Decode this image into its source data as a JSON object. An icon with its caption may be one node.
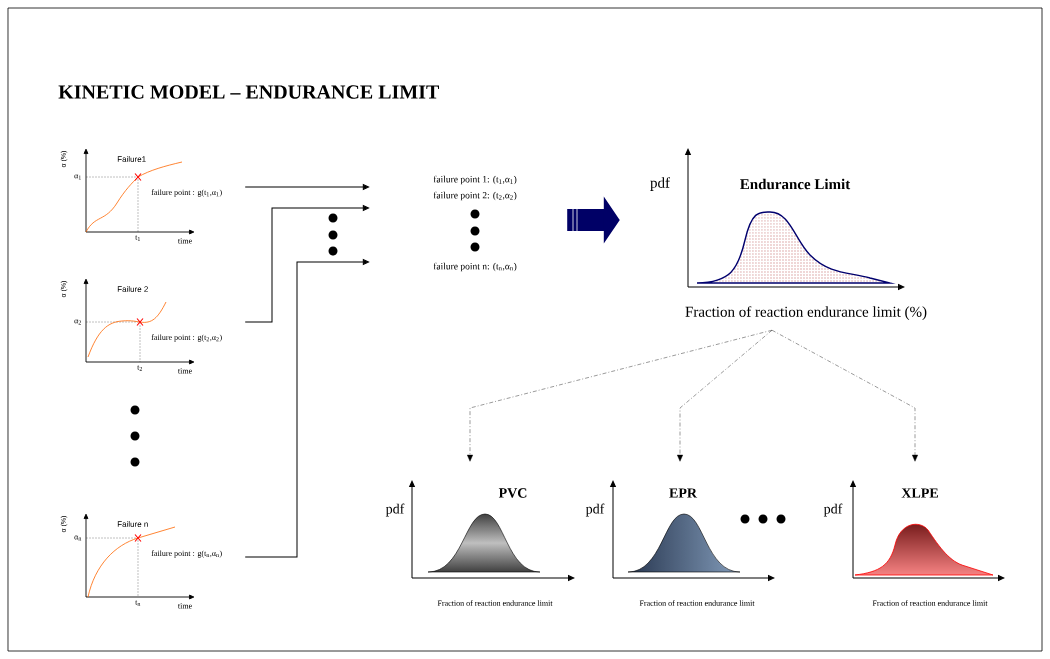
{
  "diagram": {
    "title": "KINETIC MODEL – ENDURANCE LIMIT",
    "nodes": [
      {
        "text": [
          "Failure1",
          "α (%)",
          "α$_{1}$",
          "failure point : g(t$_{1}$,α$_{1}$)",
          "t$_{1}$",
          "time"
        ]
      },
      {
        "text": [
          "Failure 2",
          "α (%)",
          "α$_{2}$",
          "failure point : g(t$_{2}$,α$_{2}$)",
          "t$_{2}$",
          "time"
        ]
      },
      {
        "text": [
          "Failure n",
          "α (%)",
          "α$_{n}$",
          "failure point : g(t$_{n}$,α$_{n}$)",
          "t$_{n}$",
          "time"
        ]
      },
      {
        "text": [
          "failure point 1: (t$_{1}$,α$_{1}$)",
          "failure point 2: (t$_{2}$,α$_{2}$)",
          "failure point n: (t$_{n}$,α$_{n}$)"
        ]
      },
      {
        "text": [
          "pdf",
          "Endurance Limit",
          "Fraction of reaction endurance limit (%)"
        ]
      },
      {
        "text": [
          "pdf",
          "PVC",
          "Fraction of reaction endurance limit"
        ]
      },
      {
        "text": [
          "pdf",
          "EPR",
          "Fraction of reaction  endurance limit"
        ]
      },
      {
        "text": [
          "pdf",
          "XLPE",
          "Fraction of reaction endurance limit"
        ]
      }
    ],
    "edges": [
      {
        "from": 0,
        "to": 3,
        "arrow": "to"
      },
      {
        "from": 1,
        "to": 3,
        "arrow": "to"
      },
      {
        "from": 2,
        "to": 3,
        "arrow": "to"
      },
      {
        "from": 3,
        "to": 4,
        "arrow": "to",
        "style": "thick",
        "color": "#000066"
      },
      {
        "from": 4,
        "to": 5,
        "arrow": "to",
        "style": "dashed"
      },
      {
        "from": 4,
        "to": 6,
        "arrow": "to",
        "style": "dashed"
      },
      {
        "from": 4,
        "to": 7,
        "arrow": "to",
        "style": "dashed"
      }
    ]
  }
}
